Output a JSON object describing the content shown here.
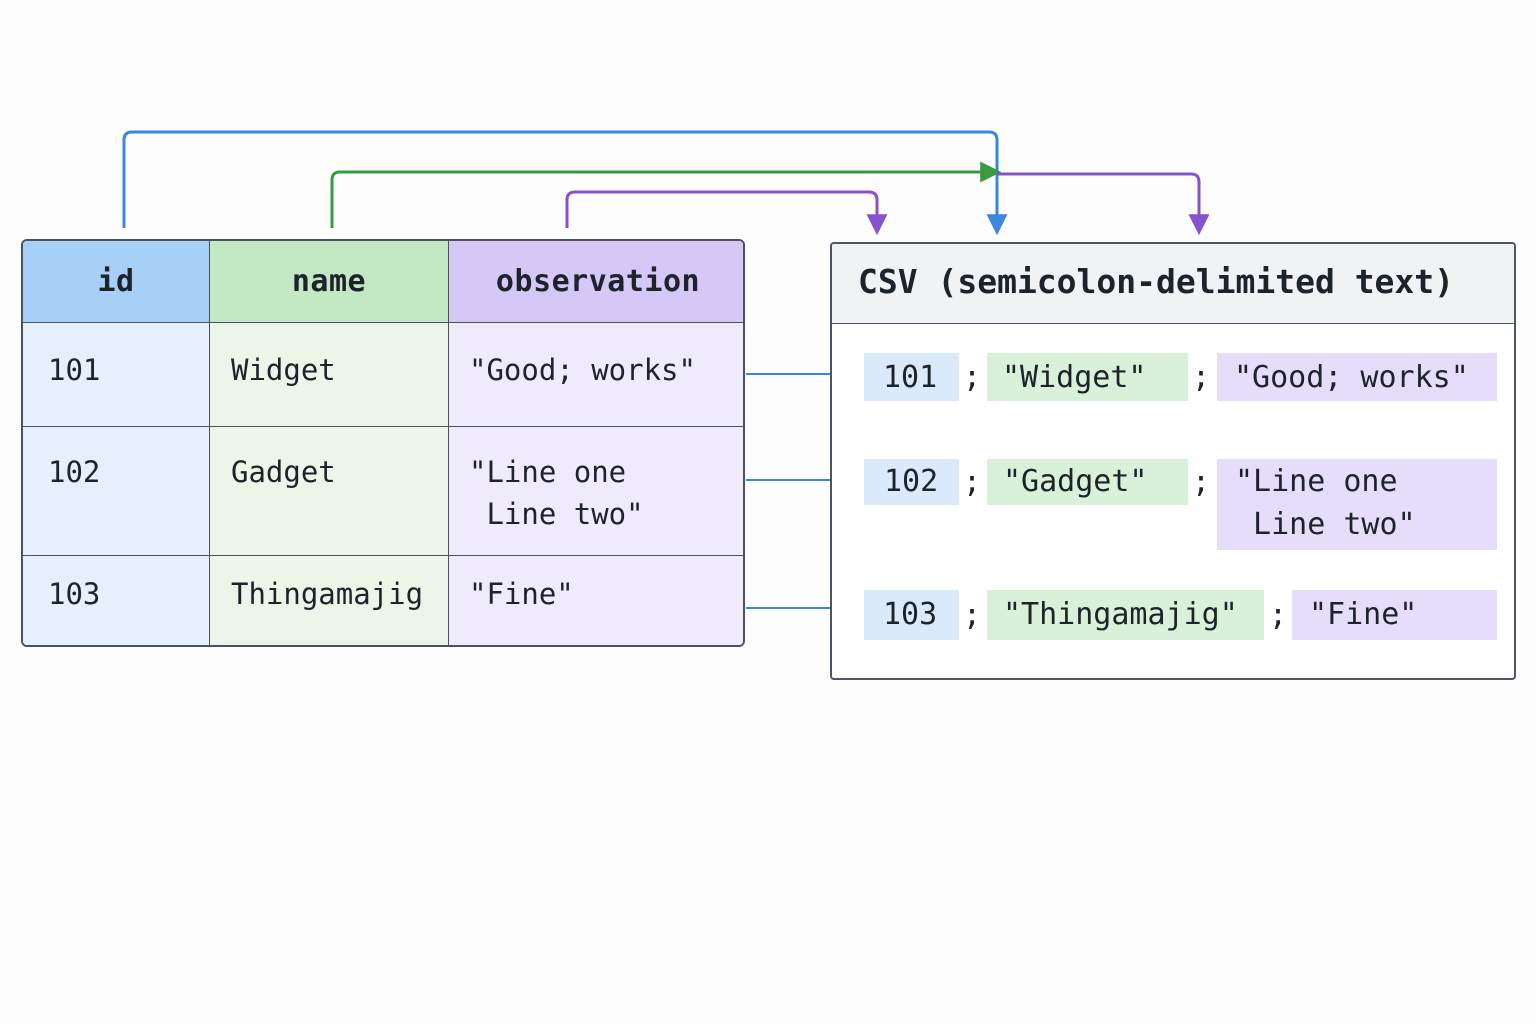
{
  "table": {
    "headers": [
      "id",
      "name",
      "observation"
    ],
    "rows": [
      {
        "id": "101",
        "name": "Widget",
        "observation": "\"Good; works\""
      },
      {
        "id": "102",
        "name": "Gadget",
        "observation": "\"Line one\n Line two\""
      },
      {
        "id": "103",
        "name": "Thingamajig",
        "observation": "\"Fine\""
      }
    ]
  },
  "csv": {
    "title": "CSV (semicolon-delimited text)",
    "delimiter": ";",
    "rows": [
      {
        "id": "101",
        "name": "\"Widget\"",
        "observation": "\"Good; works\""
      },
      {
        "id": "102",
        "name": "\"Gadget\"",
        "observation": "\"Line one\n Line two\""
      },
      {
        "id": "103",
        "name": "\"Thingamajig\"",
        "observation": "\"Fine\""
      }
    ]
  },
  "colors": {
    "id_column": "#3b86e0",
    "name_column": "#3a9a3f",
    "observation_column": "#8752d0",
    "row_arrow": "#3b86e0"
  }
}
